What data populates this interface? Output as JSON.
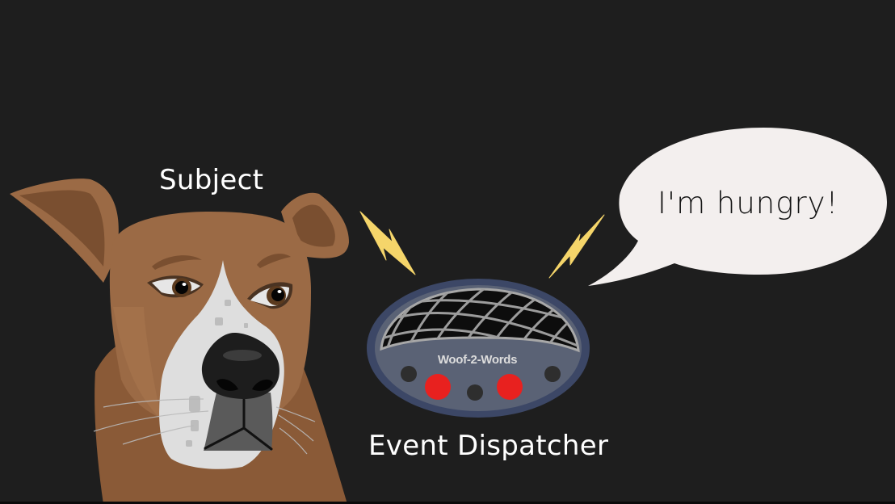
{
  "slide": {
    "background_color": "#1e1e1e",
    "subject": {
      "label": "Subject",
      "icon": "dog-illustration"
    },
    "dispatcher": {
      "label": "Event Dispatcher",
      "device_brand": "Woof-2-Words",
      "icon": "translator-device"
    },
    "speech_bubble": {
      "text": "I'm hungry!",
      "icon": "speech-bubble"
    },
    "signals": [
      {
        "icon": "lightning-bolt-icon",
        "color": "#f5d56a"
      },
      {
        "icon": "lightning-bolt-icon",
        "color": "#f5d56a"
      }
    ],
    "colors": {
      "dog_fur": "#9b6a45",
      "dog_fur_dark": "#7a4f30",
      "dog_white": "#dedede",
      "nose": "#1a1a1a",
      "device_body": "#5a6275",
      "device_rim": "#3c4766",
      "device_button_red": "#e8211f",
      "bubble_fill": "#f3efee"
    }
  }
}
